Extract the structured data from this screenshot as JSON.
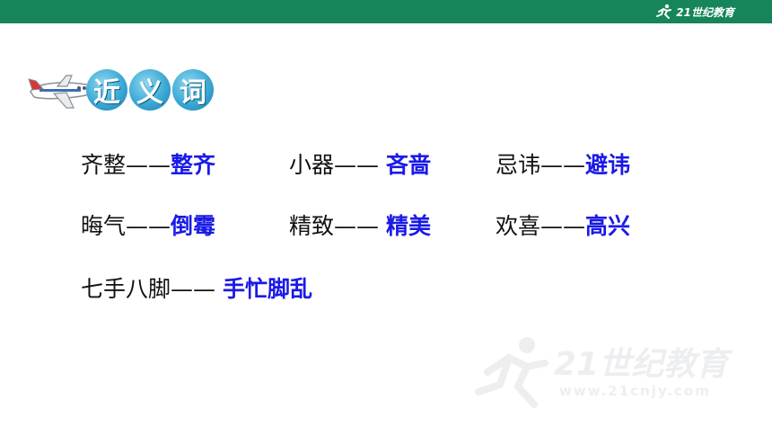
{
  "header": {
    "logo_text": "21世纪教育",
    "bar_color": "#16855a"
  },
  "title": {
    "chars": [
      "近",
      "义",
      "词"
    ]
  },
  "pairs": [
    {
      "word": "齐整",
      "dash": "——",
      "answer": "整齐"
    },
    {
      "word": "小器",
      "dash": "——",
      "answer": "吝啬"
    },
    {
      "word": "忌讳",
      "dash": "——",
      "answer": "避讳"
    },
    {
      "word": "晦气",
      "dash": "——",
      "answer": "倒霉"
    },
    {
      "word": "精致",
      "dash": "——",
      "answer": "精美"
    },
    {
      "word": "欢喜",
      "dash": "——",
      "answer": "高兴"
    },
    {
      "word": "七手八脚",
      "dash": "——",
      "answer": "手忙脚乱"
    }
  ],
  "watermark": {
    "text": "21世纪教育",
    "url": "www.21cnjy.com"
  },
  "colors": {
    "answer": "#1a1ae6",
    "text": "#111111",
    "title_chip": "#3ba9d4"
  }
}
